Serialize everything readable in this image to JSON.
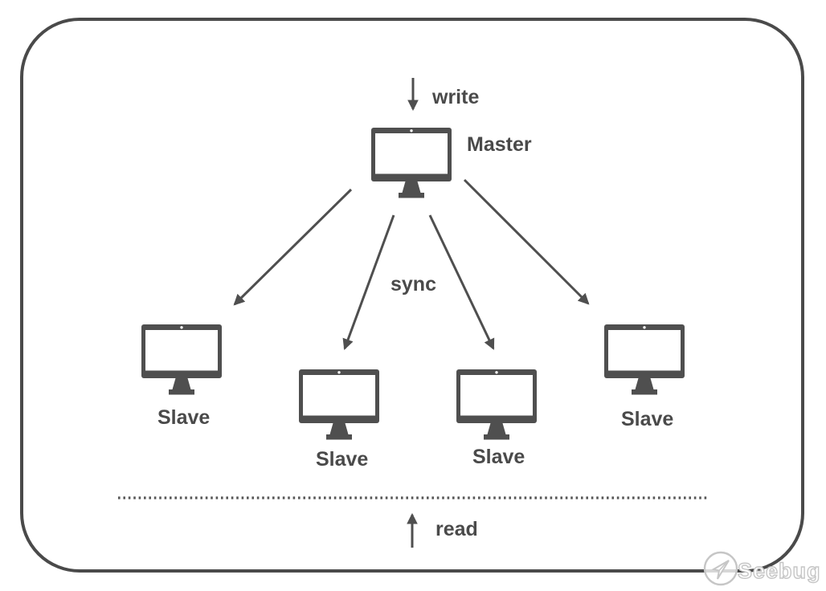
{
  "diagram": {
    "type": "master-slave-replication",
    "labels": {
      "write": "write",
      "read": "read",
      "sync": "sync",
      "master": "Master",
      "slaves": [
        "Slave",
        "Slave",
        "Slave",
        "Slave"
      ]
    },
    "nodes": [
      {
        "id": "master",
        "label": "Master",
        "icon": "monitor-icon"
      },
      {
        "id": "slave-1",
        "label": "Slave",
        "icon": "monitor-icon"
      },
      {
        "id": "slave-2",
        "label": "Slave",
        "icon": "monitor-icon"
      },
      {
        "id": "slave-3",
        "label": "Slave",
        "icon": "monitor-icon"
      },
      {
        "id": "slave-4",
        "label": "Slave",
        "icon": "monitor-icon"
      }
    ],
    "edges": [
      {
        "from": "outside-top",
        "to": "master",
        "label": "write",
        "direction": "down"
      },
      {
        "from": "master",
        "to": "slave-1",
        "label": "sync"
      },
      {
        "from": "master",
        "to": "slave-2",
        "label": "sync"
      },
      {
        "from": "master",
        "to": "slave-3",
        "label": "sync"
      },
      {
        "from": "master",
        "to": "slave-4",
        "label": "sync"
      },
      {
        "from": "outside-bottom",
        "to": "slaves",
        "label": "read",
        "direction": "up"
      }
    ],
    "separator": "dotted-line",
    "watermark": "Seebug",
    "colors": {
      "ink": "#4f4f4f",
      "text": "#4a4a4a",
      "frame": "#4a4a4a",
      "watermark": "#c6c6c6",
      "background": "#ffffff"
    }
  }
}
